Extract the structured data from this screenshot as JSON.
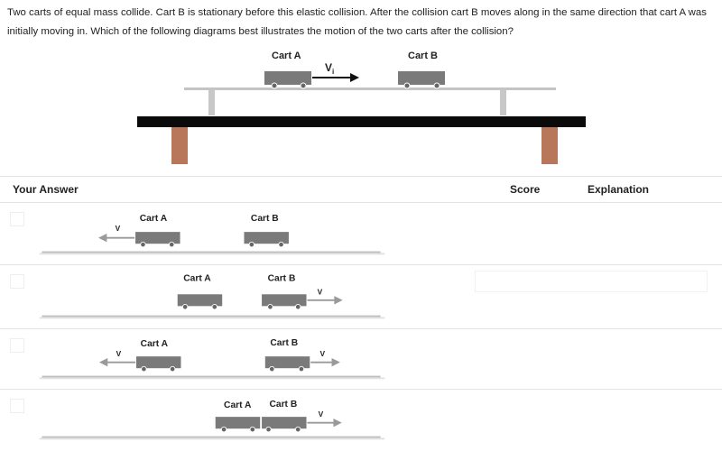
{
  "question": {
    "text": "Two carts of equal mass collide. Cart B is stationary before this elastic collision. After the collision cart B moves along in the same direction that cart A was initially moving in. Which of the following diagrams best illustrates the motion of the two carts after the collision?"
  },
  "figure": {
    "cart_a_label": "Cart A",
    "cart_b_label": "Cart B",
    "velocity_label": "V",
    "velocity_subscript": "i"
  },
  "table": {
    "your_answer": "Your Answer",
    "score": "Score",
    "explanation": "Explanation"
  },
  "options": [
    {
      "cart_a_label": "Cart A",
      "cart_b_label": "Cart B",
      "v_a": "V"
    },
    {
      "cart_a_label": "Cart A",
      "cart_b_label": "Cart B",
      "v_b": "V"
    },
    {
      "cart_a_label": "Cart A",
      "cart_b_label": "Cart B",
      "v_a": "V",
      "v_b": "V"
    },
    {
      "cart_a_label": "Cart A",
      "cart_b_label": "Cart B",
      "v_b": "V"
    }
  ]
}
